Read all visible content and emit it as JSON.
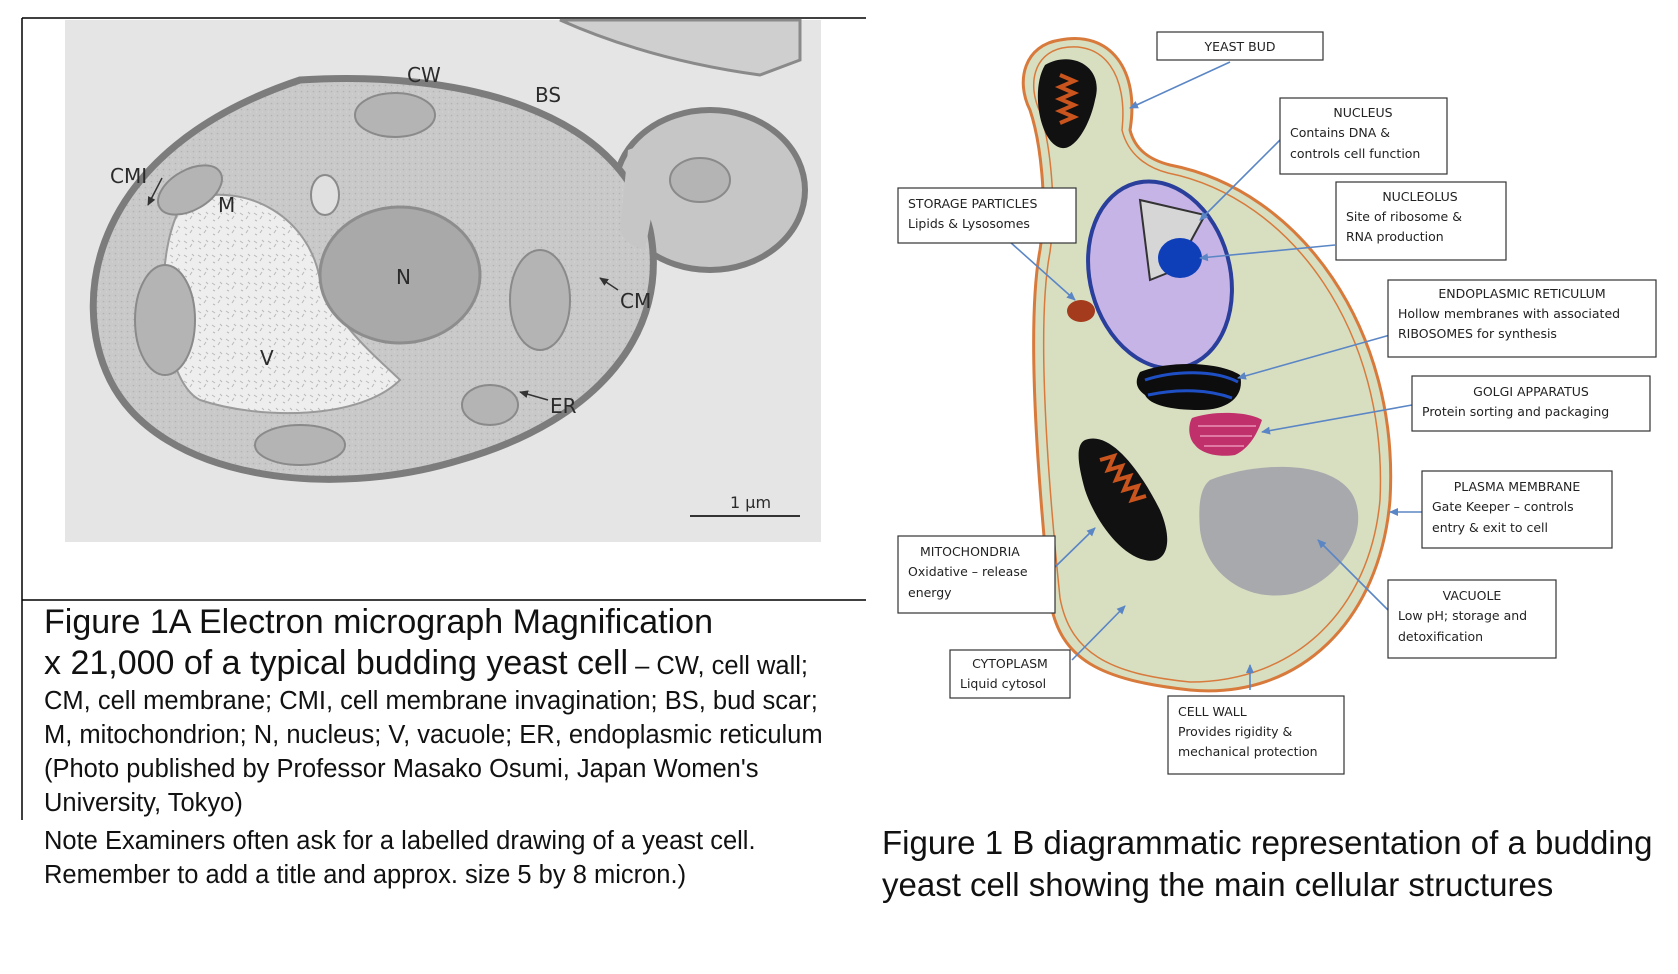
{
  "micrograph": {
    "labels": {
      "cw": "CW",
      "bs": "BS",
      "cmi": "CMI",
      "m": "M",
      "n": "N",
      "cm": "CM",
      "v": "V",
      "er": "ER"
    },
    "scale_bar": "1 μm"
  },
  "caption_a": {
    "line1": "Figure 1A Electron micrograph Magnification",
    "line2": "x 21,000 of a typical budding yeast cell",
    "rest": " – CW, cell wall; CM, cell membrane; CMI, cell membrane invagination; BS, bud scar; M, mitochondrion; N, nucleus; V, vacuole; ER, endoplasmic reticulum (Photo published by Professor Masako Osumi, Japan Women's University, Tokyo)"
  },
  "note": "Note Examiners often ask for a labelled drawing of a yeast cell. Remember to add a title and approx. size 5 by 8 micron.)",
  "caption_b": "Figure 1 B diagrammatic representation of a budding yeast cell showing the main cellular structures",
  "diagram": {
    "labels": {
      "yeast_bud": {
        "title": "YEAST BUD"
      },
      "nucleus": {
        "title": "NUCLEUS",
        "desc1": "Contains DNA &",
        "desc2": "controls cell function"
      },
      "nucleolus": {
        "title": "NUCLEOLUS",
        "desc1": "Site of ribosome &",
        "desc2": "RNA production"
      },
      "storage": {
        "title": "STORAGE PARTICLES",
        "desc1": "Lipids & Lysosomes"
      },
      "er": {
        "title": "ENDOPLASMIC RETICULUM",
        "desc1": "Hollow membranes with associated",
        "desc2": "RIBOSOMES for synthesis"
      },
      "golgi": {
        "title": "GOLGI APPARATUS",
        "desc1": "Protein sorting and packaging"
      },
      "plasma": {
        "title": "PLASMA MEMBRANE",
        "desc1": "Gate Keeper – controls",
        "desc2": "entry & exit to cell"
      },
      "mito": {
        "title": "MITOCHONDRIA",
        "desc1": "Oxidative – release",
        "desc2": "energy"
      },
      "vacuole": {
        "title": "VACUOLE",
        "desc1": "Low pH; storage and",
        "desc2": "detoxification"
      },
      "cytoplasm": {
        "title": "CYTOPLASM",
        "desc1": "Liquid cytosol"
      },
      "cellwall": {
        "title": "CELL WALL",
        "desc1": "Provides rigidity &",
        "desc2": "mechanical protection"
      }
    },
    "colors": {
      "cytoplasm": "#d8dfc1",
      "cell_wall": "#d87a3c",
      "nucleus": "#c7b4e6",
      "nucleolus": "#0f3fb8",
      "golgi": "#c0306a",
      "vacuole": "#a7a9ad",
      "arrow": "#5b86c5"
    }
  }
}
